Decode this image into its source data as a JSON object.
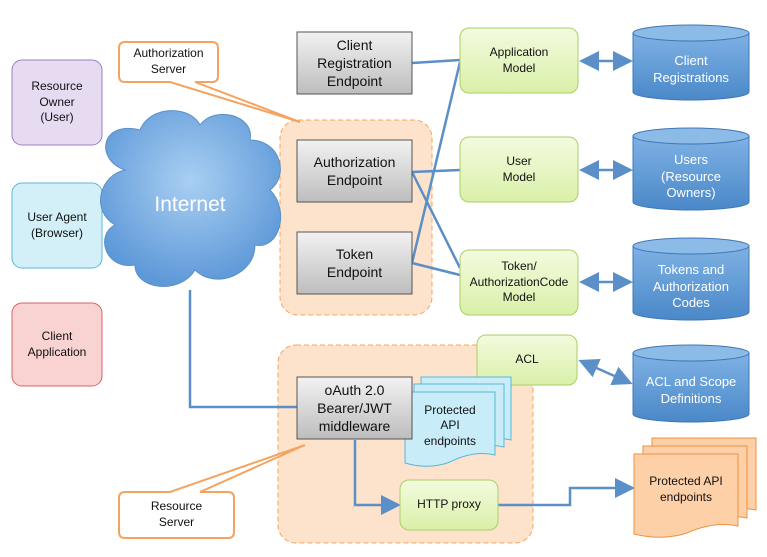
{
  "actors": {
    "resource_owner": "Resource\nOwner\n(User)",
    "user_agent": "User Agent\n(Browser)",
    "client_application": "Client\nApplication"
  },
  "internet": "Internet",
  "callouts": {
    "authorization_server": "Authorization\nServer",
    "resource_server": "Resource\nServer"
  },
  "endpoints": {
    "client_registration": "Client\nRegistration\nEndpoint",
    "authorization": "Authorization\nEndpoint",
    "token": "Token\nEndpoint",
    "middleware": "oAuth 2.0\nBearer/JWT\nmiddleware"
  },
  "models": {
    "application": "Application\nModel",
    "user": "User\nModel",
    "token": "Token/\nAuthorizationCode\nModel",
    "acl": "ACL",
    "http_proxy": "HTTP proxy"
  },
  "stores": {
    "client_registrations": "Client\nRegistrations",
    "users": "Users\n(Resource\nOwners)",
    "tokens": "Tokens and\nAuthorization\nCodes",
    "acl": "ACL and Scope\nDefinitions"
  },
  "documents": {
    "protected_api_internal": "Protected\nAPI\nendpoints",
    "protected_api_external": "Protected API\nendpoints"
  },
  "colors": {
    "endpoint_gray": "#d9d9d9",
    "model_green": "#ebf7cc",
    "store_blue": "#5b9bd5",
    "server_orange": "#fde3cc",
    "connector_blue": "#5b8fc7"
  }
}
